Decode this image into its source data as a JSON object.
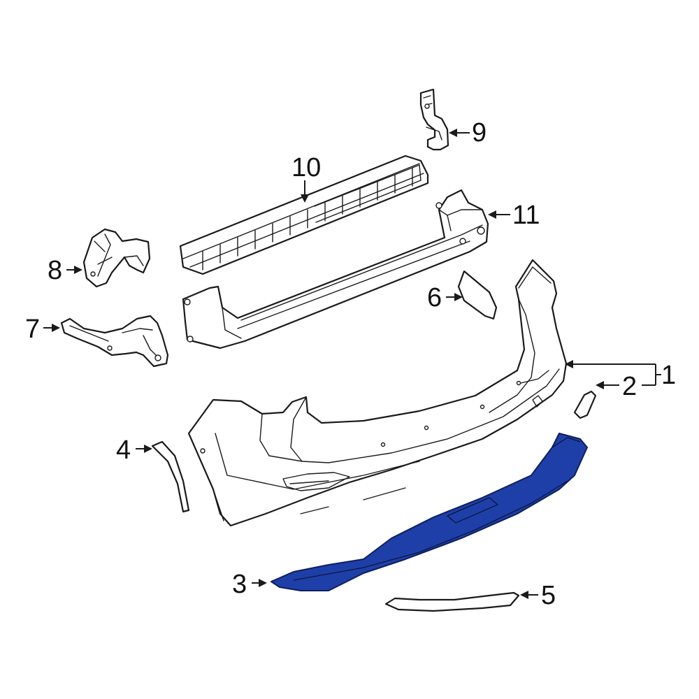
{
  "callouts": {
    "c1": "1",
    "c2": "2",
    "c3": "3",
    "c4": "4",
    "c5": "5",
    "c6": "6",
    "c7": "7",
    "c8": "8",
    "c9": "9",
    "c10": "10",
    "c11": "11"
  },
  "colors": {
    "highlight": "#1f3fa8",
    "line": "#1a1a1a",
    "background": "#ffffff"
  }
}
